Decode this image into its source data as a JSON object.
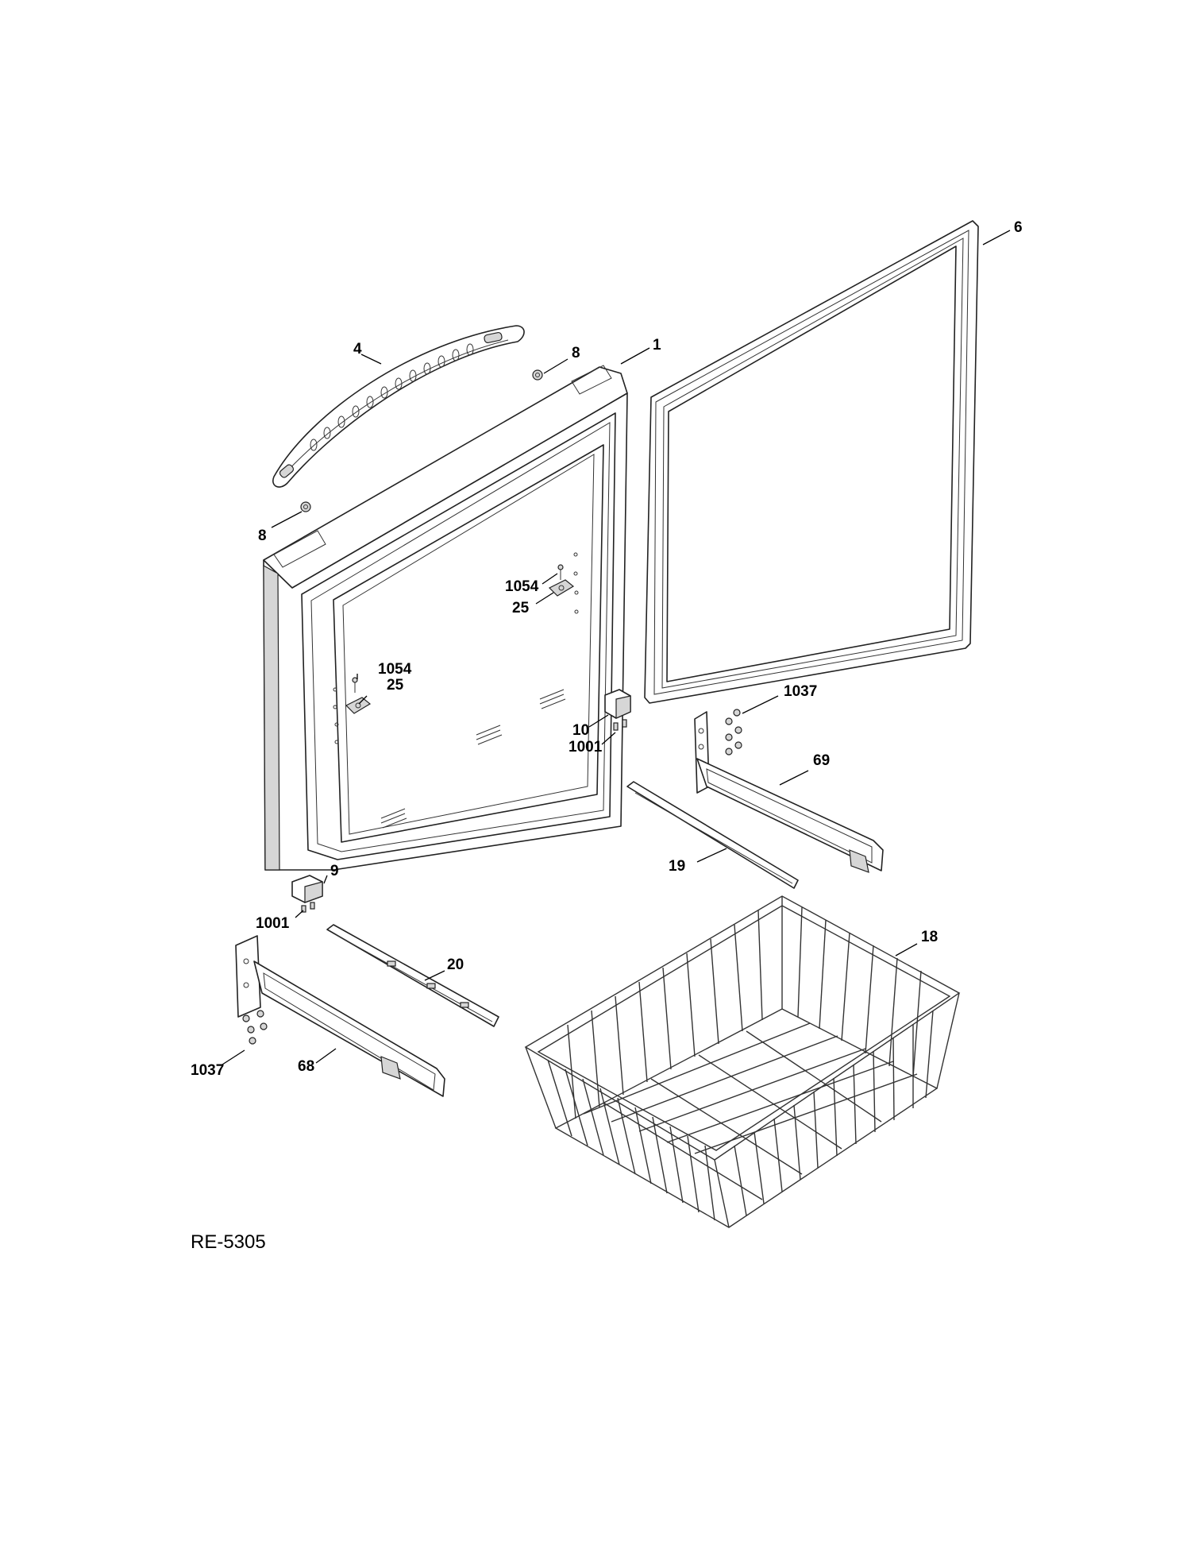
{
  "diagram": {
    "reference_code": "RE-5305",
    "callouts": {
      "c6": "6",
      "c4": "4",
      "c8a": "8",
      "c1": "1",
      "c8b": "8",
      "c1054a": "1054",
      "c25a": "25",
      "c1054b": "1054",
      "c25b": "25",
      "c10": "10",
      "c1001a": "1001",
      "c1037a": "1037",
      "c69": "69",
      "c19": "19",
      "c9": "9",
      "c1001b": "1001",
      "c18": "18",
      "c20": "20",
      "c1037b": "1037",
      "c68": "68"
    }
  }
}
